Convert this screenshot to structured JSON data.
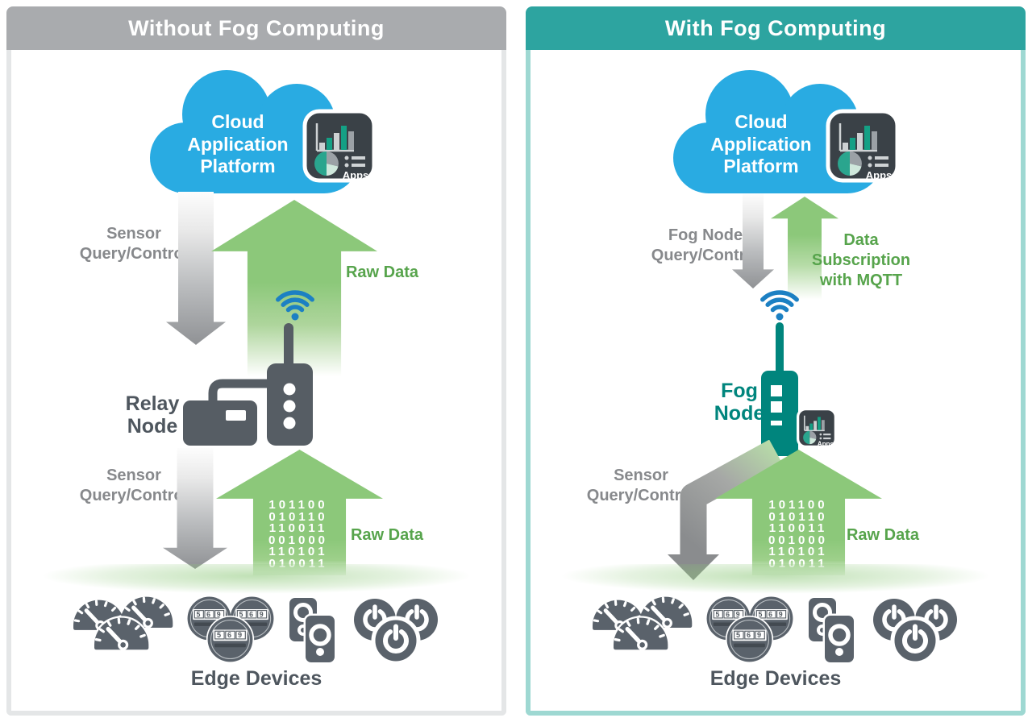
{
  "left": {
    "title": "Without Fog Computing",
    "cloud": {
      "l1": "Cloud",
      "l2": "Application",
      "l3": "Platform"
    },
    "apps_label": "Apps",
    "query_top": {
      "l1": "Sensor",
      "l2": "Query/Control"
    },
    "raw_top": "Raw Data",
    "node": {
      "l1": "Relay",
      "l2": "Node"
    },
    "query_bottom": {
      "l1": "Sensor",
      "l2": "Query/Control"
    },
    "binary": [
      "101100",
      "010110",
      "110011",
      "001000",
      "110101",
      "010011"
    ],
    "raw_bottom": "Raw Data",
    "meter_value": "569",
    "edge_label": "Edge Devices"
  },
  "right": {
    "title": "With Fog Computing",
    "cloud": {
      "l1": "Cloud",
      "l2": "Application",
      "l3": "Platform"
    },
    "apps_label": "Apps",
    "query_top": {
      "l1": "Fog Node",
      "l2": "Query/Control"
    },
    "raw_top": {
      "l1": "Data",
      "l2": "Subscription",
      "l3": "with MQTT"
    },
    "node": {
      "l1": "Fog",
      "l2": "Node"
    },
    "query_bottom": {
      "l1": "Sensor",
      "l2": "Query/Control"
    },
    "binary": [
      "101100",
      "010110",
      "110011",
      "001000",
      "110101",
      "010011"
    ],
    "raw_bottom": "Raw Data",
    "meter_value": "569",
    "edge_label": "Edge Devices"
  },
  "colors": {
    "header_gray": "#a9abae",
    "header_teal": "#2da4a0",
    "border_gray": "#e4e6e7",
    "border_teal": "#9ed8d2",
    "cloud_blue": "#29abe2",
    "wifi_blue": "#1c80c3",
    "device_slate": "#5a626b",
    "fog_teal": "#00857d",
    "arrow_green": "#8cc87a",
    "text_green": "#57a44c",
    "text_gray": "#87898c",
    "apps_badge_bg": "#3a4147"
  }
}
